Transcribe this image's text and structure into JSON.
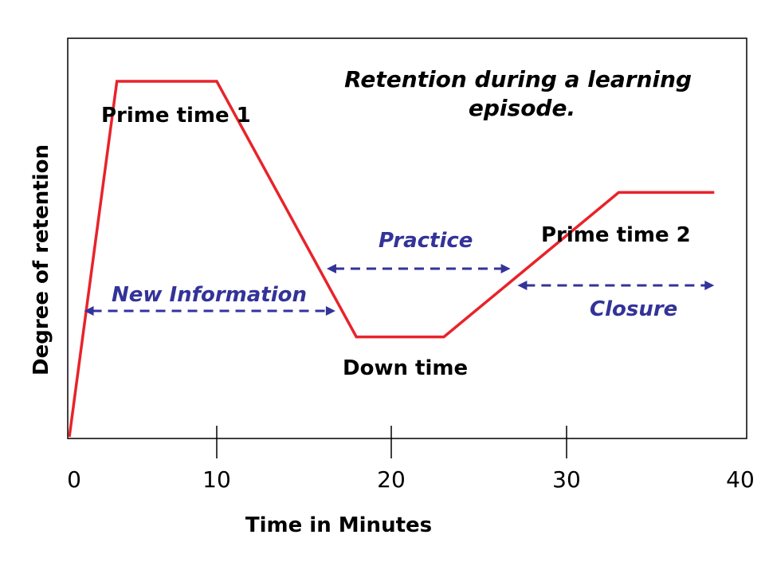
{
  "chart_data": {
    "type": "line",
    "title": "Retention during a learning episode.",
    "title_lines": [
      "Retention during a learning",
      "episode."
    ],
    "xlabel": "Time in Minutes",
    "ylabel": "Degree of retention",
    "xlim": [
      0,
      40
    ],
    "ylim": [
      0,
      100
    ],
    "x_ticks": [
      0,
      10,
      20,
      30,
      40
    ],
    "grid": false,
    "colors": {
      "curve": "#e8232a",
      "phase": "#333399",
      "text": "#000000"
    },
    "series": [
      {
        "x": [
          0,
          3,
          10,
          18,
          23,
          33,
          38.5
        ],
        "y": [
          0,
          96,
          96,
          27,
          27,
          66,
          66
        ]
      }
    ],
    "annotations": [
      {
        "id": "prime-time-1",
        "text": "Prime time 1",
        "style": "label"
      },
      {
        "id": "down-time",
        "text": "Down time",
        "style": "label"
      },
      {
        "id": "prime-time-2",
        "text": "Prime time 2",
        "style": "label"
      }
    ],
    "phases": [
      {
        "id": "new-information",
        "text": "New Information",
        "start": 0.7,
        "end": 16.8
      },
      {
        "id": "practice",
        "text": "Practice",
        "start": 16.3,
        "end": 26.8
      },
      {
        "id": "closure",
        "text": "Closure",
        "start": 27.2,
        "end": 38.5
      }
    ]
  }
}
